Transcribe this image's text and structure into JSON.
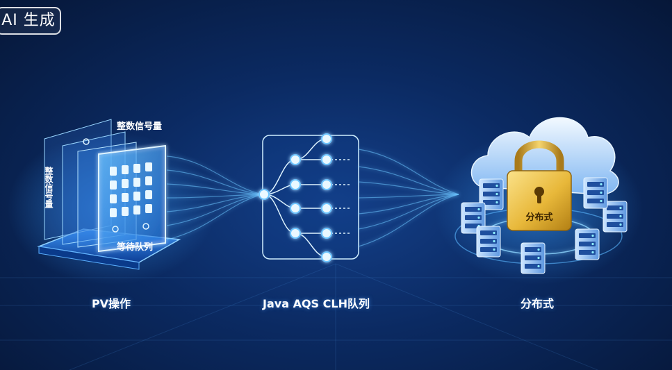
{
  "badge": {
    "label": "AI 生成"
  },
  "sections": [
    {
      "caption": "PV操作",
      "labels": {
        "top": "整数信号量",
        "side": "整数信号量",
        "bottom": "等待队列"
      }
    },
    {
      "caption": "Java AQS CLH队列"
    },
    {
      "caption": "分布式",
      "lock_label": "分布式"
    }
  ],
  "colors": {
    "background": "#0b2a62",
    "glow": "#4fb2ff",
    "node": "#dff4ff",
    "lock_gold": "#e8b83a",
    "cloud": "#cfe6ff"
  },
  "icons": [
    "semaphore-panel-icon",
    "clh-queue-tree-icon",
    "cloud-icon",
    "padlock-icon",
    "server-icon"
  ]
}
